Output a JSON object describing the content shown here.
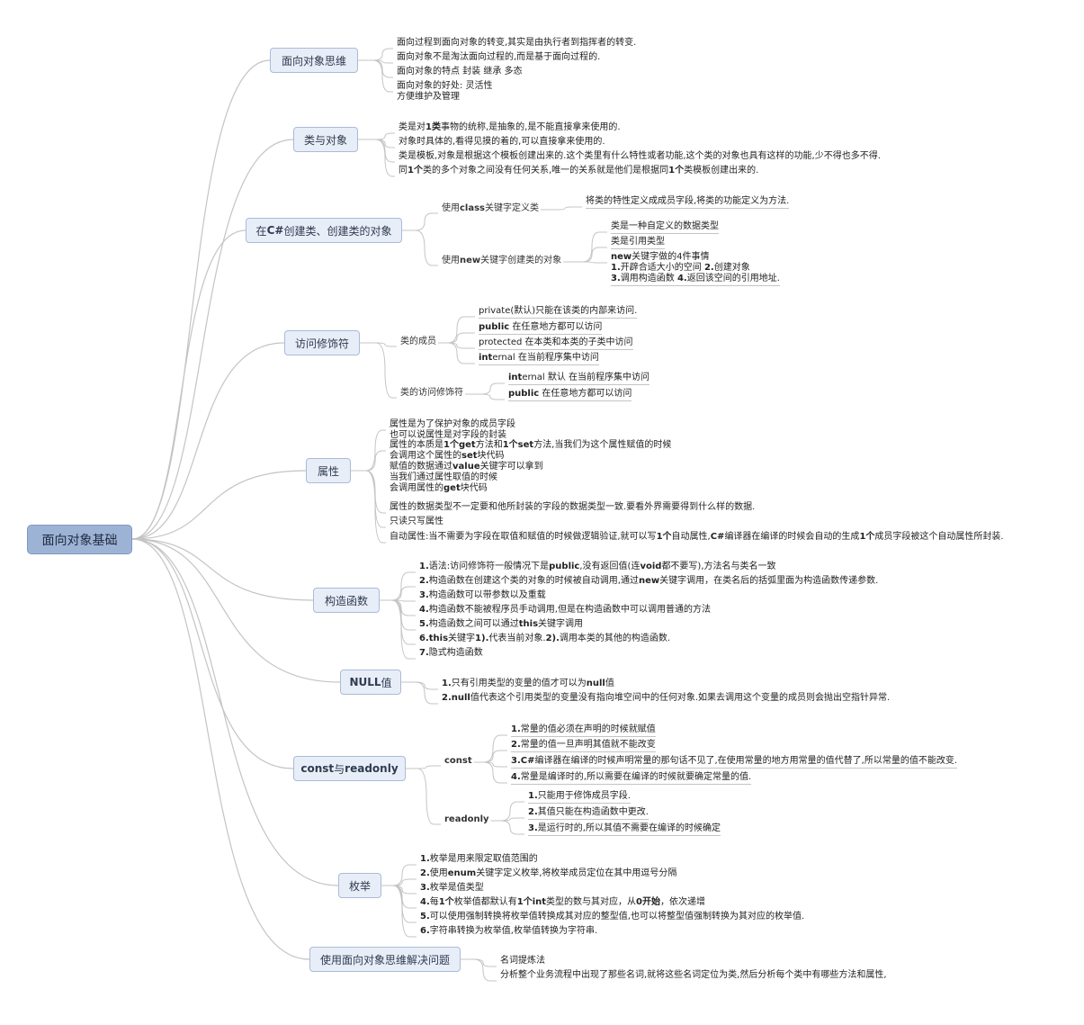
{
  "root": "面向对象基础",
  "topics": [
    {
      "id": "t1",
      "label": "面向对象思维",
      "leaves": [
        "面向过程到面向对象的转变,其实是由执行者到指挥者的转变.",
        "面向对象不是淘汰面向过程的,而是基于面向过程的.",
        "面向对象的特点 封装 继承 多态",
        "面向对象的好处: 灵活性\n方便维护及管理"
      ]
    },
    {
      "id": "t2",
      "label": "类与对象",
      "leaves": [
        "类是对1类事物的统称,是抽象的,是不能直接拿来使用的.",
        "对象时具体的,看得见摸的着的,可以直接拿来使用的.",
        "类是模板,对象是根据这个模板创建出来的.这个类里有什么特性或者功能,这个类的对象也具有这样的功能,少不得也多不得.",
        "同1个类的多个对象之间没有任何关系,唯一的关系就是他们是根据同1个类模板创建出来的."
      ]
    },
    {
      "id": "t3",
      "label": "在C#创建类、创建类的对象",
      "subs": [
        {
          "label": "使用class关键字定义类",
          "leaves": [
            "将类的特性定义成成员字段,将类的功能定义为方法."
          ]
        },
        {
          "label": "使用new关键字创建类的对象",
          "leaves": [
            "类是一种自定义的数据类型",
            "类是引用类型",
            "new关键字做的4件事情\n1.开辟合适大小的空间 2.创建对象\n3.调用构造函数 4.返回该空间的引用地址."
          ]
        }
      ]
    },
    {
      "id": "t4",
      "label": "访问修饰符",
      "subs": [
        {
          "label": "类的成员",
          "leaves": [
            "private(默认)只能在该类的内部来访问.",
            "public 在任意地方都可以访问",
            "protected 在本类和本类的子类中访问",
            "internal 在当前程序集中访问"
          ]
        },
        {
          "label": "类的访问修饰符",
          "leaves": [
            "internal 默认 在当前程序集中访问",
            "public 在任意地方都可以访问"
          ]
        }
      ]
    },
    {
      "id": "t5",
      "label": "属性",
      "leaves": [
        "属性是为了保护对象的成员字段\n也可以说属性是对字段的封装",
        "属性的本质是1个get方法和1个set方法,当我们为这个属性赋值的时候\n会调用这个属性的set块代码\n赋值的数据通过value关键字可以拿到\n当我们通过属性取值的时候\n会调用属性的get块代码",
        "属性的数据类型不一定要和他所封装的字段的数据类型一致.要看外界需要得到什么样的数据.",
        "只读只写属性",
        "自动属性:当不需要为字段在取值和赋值的时候做逻辑验证,就可以写1个自动属性,C#编译器在编译的时候会自动的生成1个成员字段被这个自动属性所封装."
      ]
    },
    {
      "id": "t6",
      "label": "构造函数",
      "leaves": [
        "1.语法:访问修饰符一般情况下是public,没有返回值(连void都不要写),方法名与类名一致",
        "2.构造函数在创建这个类的对象的时候被自动调用,通过new关键字调用，在类名后的括弧里面为构造函数传递参数.",
        "3.构造函数可以带参数以及重载",
        "4.构造函数不能被程序员手动调用,但是在构造函数中可以调用普通的方法",
        "5.构造函数之间可以通过this关键字调用",
        "6.this关键字1).代表当前对象.2).调用本类的其他的构造函数.",
        "7.隐式构造函数"
      ]
    },
    {
      "id": "t7",
      "label": "NULL值",
      "leaves": [
        "1.只有引用类型的变量的值才可以为null值",
        "2.null值代表这个引用类型的变量没有指向堆空间中的任何对象.如果去调用这个变量的成员则会抛出空指针异常."
      ]
    },
    {
      "id": "t8",
      "label": "const与readonly",
      "subs": [
        {
          "label": "const",
          "leaves": [
            "1.常量的值必须在声明的时候就赋值",
            "2.常量的值一旦声明其值就不能改变",
            "3.C#编译器在编译的时候声明常量的那句话不见了,在使用常量的地方用常量的值代替了,所以常量的值不能改变.",
            "4.常量是编译时的,所以需要在编译的时候就要确定常量的值."
          ]
        },
        {
          "label": "readonly",
          "leaves": [
            "1.只能用于修饰成员字段.",
            "2.其值只能在构造函数中更改.",
            "3.是运行时的,所以其值不需要在编译的时候确定"
          ]
        }
      ]
    },
    {
      "id": "t9",
      "label": "枚举",
      "leaves": [
        "1.枚举是用来限定取值范围的",
        "2.使用enum关键字定义枚举,将枚举成员定位在其中用逗号分隔",
        "3.枚举是值类型",
        "4.每1个枚举值都默认有1个int类型的数与其对应，从0开始，依次递增",
        "5.可以使用强制转换将枚举值转换成其对应的整型值,也可以将整型值强制转换为其对应的枚举值.",
        "6.字符串转换为枚举值,枚举值转换为字符串."
      ]
    },
    {
      "id": "t10",
      "label": "使用面向对象思维解决问题",
      "leaves": [
        "名词提炼法",
        "分析整个业务流程中出现了那些名词,就将这些名词定位为类,然后分析每个类中有哪些方法和属性,"
      ]
    }
  ],
  "colors": {
    "line": "#c4c4c4",
    "topic_fill": "#e8eef8",
    "topic_border": "#aabbd8",
    "root_fill": "#9db3d6"
  }
}
